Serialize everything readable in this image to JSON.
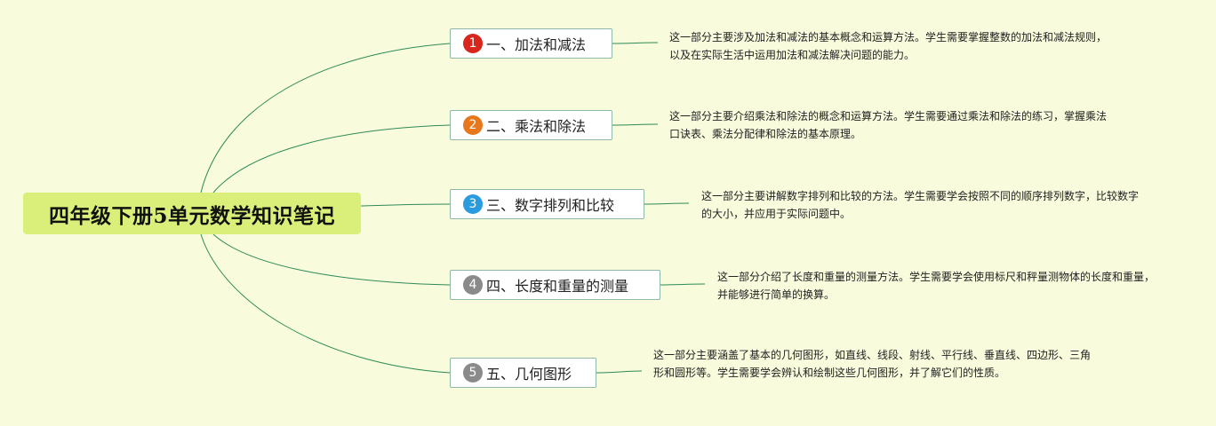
{
  "title": "四年级下册5单元数学知识笔记",
  "colors": {
    "background": "#f8fbdc",
    "root_fill": "#d9ef7a",
    "connector": "#2e8b57"
  },
  "branches": [
    {
      "number": "1",
      "label": "一、加法和减法",
      "badge_color": "#d9261c",
      "description": "这一部分主要涉及加法和减法的基本概念和运算方法。学生需要掌握整数的加法和减法规则，以及在实际生活中运用加法和减法解决问题的能力。"
    },
    {
      "number": "2",
      "label": "二、乘法和除法",
      "badge_color": "#e8771c",
      "description": "这一部分主要介绍乘法和除法的概念和运算方法。学生需要通过乘法和除法的练习，掌握乘法口诀表、乘法分配律和除法的基本原理。"
    },
    {
      "number": "3",
      "label": "三、数字排列和比较",
      "badge_color": "#2b9be0",
      "description": "这一部分主要讲解数字排列和比较的方法。学生需要学会按照不同的顺序排列数字，比较数字的大小，并应用于实际问题中。"
    },
    {
      "number": "4",
      "label": "四、长度和重量的测量",
      "badge_color": "#8a8a8a",
      "description": "这一部分介绍了长度和重量的测量方法。学生需要学会使用标尺和秤量测物体的长度和重量，并能够进行简单的换算。"
    },
    {
      "number": "5",
      "label": "五、几何图形",
      "badge_color": "#8a8a8a",
      "description": "这一部分主要涵盖了基本的几何图形，如直线、线段、射线、平行线、垂直线、四边形、三角形和圆形等。学生需要学会辨认和绘制这些几何图形，并了解它们的性质。"
    }
  ]
}
